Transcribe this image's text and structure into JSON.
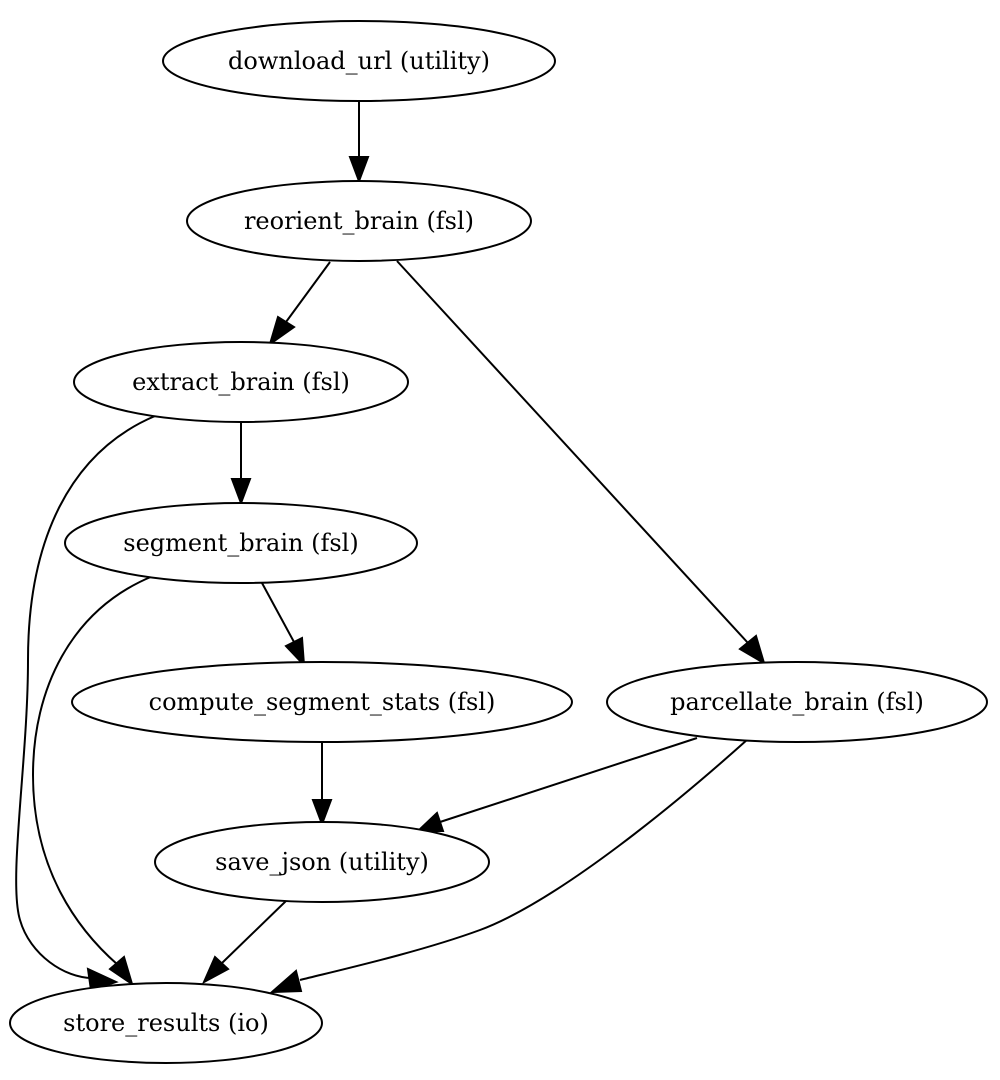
{
  "diagram": {
    "nodes": {
      "download_url": {
        "label": "download_url (utility)"
      },
      "reorient_brain": {
        "label": "reorient_brain (fsl)"
      },
      "extract_brain": {
        "label": "extract_brain (fsl)"
      },
      "segment_brain": {
        "label": "segment_brain (fsl)"
      },
      "compute_segment_stats": {
        "label": "compute_segment_stats (fsl)"
      },
      "parcellate_brain": {
        "label": "parcellate_brain (fsl)"
      },
      "save_json": {
        "label": "save_json (utility)"
      },
      "store_results": {
        "label": "store_results (io)"
      }
    },
    "edges": [
      {
        "from": "download_url",
        "to": "reorient_brain"
      },
      {
        "from": "reorient_brain",
        "to": "extract_brain"
      },
      {
        "from": "reorient_brain",
        "to": "parcellate_brain"
      },
      {
        "from": "extract_brain",
        "to": "segment_brain"
      },
      {
        "from": "extract_brain",
        "to": "store_results"
      },
      {
        "from": "segment_brain",
        "to": "compute_segment_stats"
      },
      {
        "from": "segment_brain",
        "to": "store_results"
      },
      {
        "from": "compute_segment_stats",
        "to": "save_json"
      },
      {
        "from": "parcellate_brain",
        "to": "save_json"
      },
      {
        "from": "parcellate_brain",
        "to": "store_results"
      },
      {
        "from": "save_json",
        "to": "store_results"
      }
    ]
  }
}
